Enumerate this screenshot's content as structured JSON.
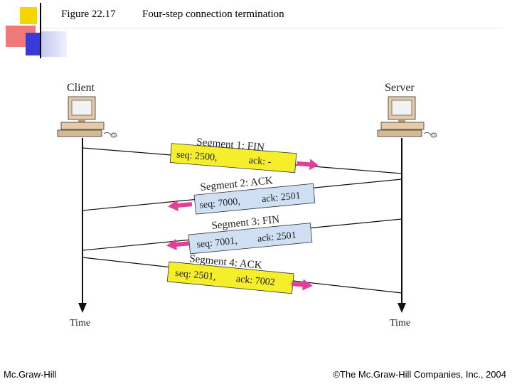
{
  "header": {
    "figure_number": "Figure 22.17",
    "figure_title": "Four-step connection termination"
  },
  "diagram": {
    "client_label": "Client",
    "server_label": "Server",
    "time_label": "Time",
    "segments": [
      {
        "title": "Segment 1: FIN",
        "seq": "seq: 2500,",
        "ack": "ack: -",
        "color": "#f5ee2a",
        "direction": "client-to-server"
      },
      {
        "title": "Segment 2: ACK",
        "seq": "seq: 7000,",
        "ack": "ack: 2501",
        "color": "#cfe0f4",
        "direction": "server-to-client"
      },
      {
        "title": "Segment 3: FIN",
        "seq": "seq: 7001,",
        "ack": "ack: 2501",
        "color": "#cfe0f4",
        "direction": "server-to-client"
      },
      {
        "title": "Segment 4: ACK",
        "seq": "seq: 2501,",
        "ack": "ack: 7002",
        "color": "#f5ee2a",
        "direction": "client-to-server"
      }
    ],
    "arrowhead_color": "#e0409a"
  },
  "footer": {
    "left": "Mc.Graw-Hill",
    "right": "©The Mc.Graw-Hill Companies, Inc., 2004"
  }
}
